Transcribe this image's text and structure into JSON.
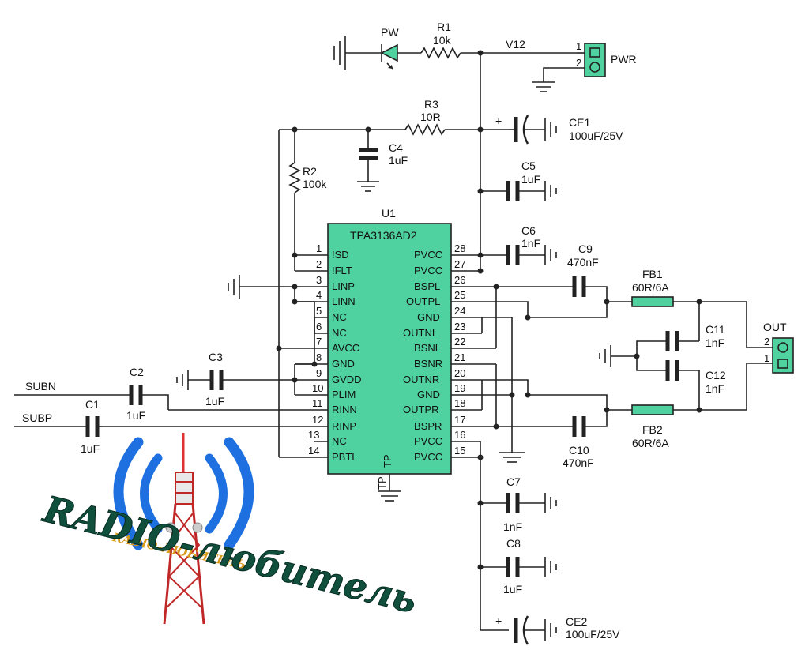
{
  "ic": {
    "ref": "U1",
    "part": "TPA3136AD2",
    "tp": "TP",
    "left": [
      {
        "num": "1",
        "name": "!SD"
      },
      {
        "num": "2",
        "name": "!FLT"
      },
      {
        "num": "3",
        "name": "LINP"
      },
      {
        "num": "4",
        "name": "LINN"
      },
      {
        "num": "5",
        "name": "NC"
      },
      {
        "num": "6",
        "name": "NC"
      },
      {
        "num": "7",
        "name": "AVCC"
      },
      {
        "num": "8",
        "name": "GND"
      },
      {
        "num": "9",
        "name": "GVDD"
      },
      {
        "num": "10",
        "name": "PLIM"
      },
      {
        "num": "11",
        "name": "RINN"
      },
      {
        "num": "12",
        "name": "RINP"
      },
      {
        "num": "13",
        "name": "NC"
      },
      {
        "num": "14",
        "name": "PBTL"
      }
    ],
    "right": [
      {
        "num": "28",
        "name": "PVCC"
      },
      {
        "num": "27",
        "name": "PVCC"
      },
      {
        "num": "26",
        "name": "BSPL"
      },
      {
        "num": "25",
        "name": "OUTPL"
      },
      {
        "num": "24",
        "name": "GND"
      },
      {
        "num": "23",
        "name": "OUTNL"
      },
      {
        "num": "22",
        "name": "BSNL"
      },
      {
        "num": "21",
        "name": "BSNR"
      },
      {
        "num": "20",
        "name": "OUTNR"
      },
      {
        "num": "19",
        "name": "GND"
      },
      {
        "num": "18",
        "name": "OUTPR"
      },
      {
        "num": "17",
        "name": "BSPR"
      },
      {
        "num": "16",
        "name": "PVCC"
      },
      {
        "num": "15",
        "name": "PVCC"
      }
    ]
  },
  "components": {
    "pw": "PW",
    "v12": "V12",
    "plus": "+",
    "subn": "SUBN",
    "subp": "SUBP",
    "r1": {
      "ref": "R1",
      "value": "10k"
    },
    "r2": {
      "ref": "R2",
      "value": "100k"
    },
    "r3": {
      "ref": "R3",
      "value": "10R"
    },
    "c1": {
      "ref": "C1",
      "value": "1uF"
    },
    "c2": {
      "ref": "C2",
      "value": "1uF"
    },
    "c3": {
      "ref": "C3",
      "value": "1uF"
    },
    "c4": {
      "ref": "C4",
      "value": "1uF"
    },
    "c5": {
      "ref": "C5",
      "value": "1uF"
    },
    "c6": {
      "ref": "C6",
      "value": "1nF"
    },
    "c7": {
      "ref": "C7",
      "value": "1nF"
    },
    "c8": {
      "ref": "C8",
      "value": "1uF"
    },
    "c9": {
      "ref": "C9",
      "value": "470nF"
    },
    "c10": {
      "ref": "C10",
      "value": "470nF"
    },
    "c11": {
      "ref": "C11",
      "value": "1nF"
    },
    "c12": {
      "ref": "C12",
      "value": "1nF"
    },
    "ce1": {
      "ref": "CE1",
      "value": "100uF/25V"
    },
    "ce2": {
      "ref": "CE2",
      "value": "100uF/25V"
    },
    "fb1": {
      "ref": "FB1",
      "value": "60R/6A"
    },
    "fb2": {
      "ref": "FB2",
      "value": "60R/6A"
    },
    "pwr": {
      "ref": "PWR",
      "pin1": "1",
      "pin2": "2"
    },
    "out": {
      "ref": "OUT",
      "pin1": "1",
      "pin2": "2"
    }
  },
  "logo": {
    "small": "RADIO-ЛЮБИТЕЛЬ",
    "main": "RADIO-любитель"
  },
  "colors": {
    "component_fill": "#4fd1a0",
    "logo_arcs": "#1e6fe0",
    "logo_text": "#0f4f3c",
    "tower": "#c02828"
  }
}
